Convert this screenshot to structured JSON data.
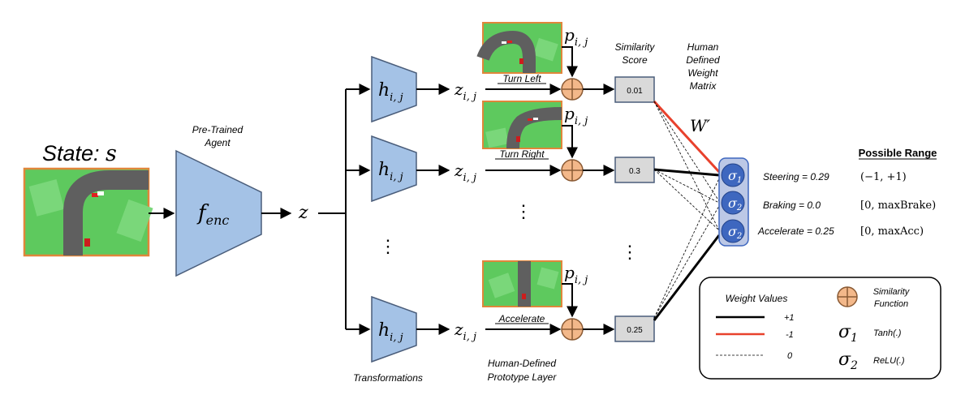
{
  "state_label": "State: ",
  "state_var": "s",
  "pretrained_label": [
    "Pre-Trained",
    "Agent"
  ],
  "encoder": {
    "main": "f",
    "sub": "enc"
  },
  "z_label": "z",
  "transform": {
    "main": "h",
    "sub": "i, j"
  },
  "zij": {
    "main": "z",
    "sub": "i, j"
  },
  "pij": {
    "main": "p",
    "sub": "i, j"
  },
  "transformations_label": "Transformations",
  "prototype_layer_label": [
    "Human-Defined",
    "Prototype Layer"
  ],
  "prototypes": [
    {
      "name": "Turn Left",
      "score": "0.01"
    },
    {
      "name": "Turn Right",
      "score": "0.3"
    },
    {
      "name": "Accelerate",
      "score": "0.25"
    }
  ],
  "similarity_score_label": [
    "Similarity",
    "Score"
  ],
  "weight_matrix_label": [
    "Human",
    "Defined",
    "Weight",
    "Matrix"
  ],
  "w_prime": "W′",
  "sigma": {
    "main": "σ",
    "sub1": "1",
    "sub2": "2"
  },
  "outputs": [
    {
      "label": "Steering = 0.29",
      "range": "(−1, +1)"
    },
    {
      "label": "Braking = 0.0",
      "range": "[0, maxBrake)"
    },
    {
      "label": "Accelerate = 0.25",
      "range": "[0, maxAcc)"
    }
  ],
  "possible_range_label": "Possible Range",
  "ellipsis": "⋮",
  "legend": {
    "weight_values_label": "Weight Values",
    "weights": [
      {
        "value": "+1",
        "color": "#000000"
      },
      {
        "value": "-1",
        "color": "#e8412c"
      },
      {
        "value": "0",
        "color": "#000000"
      }
    ],
    "similarity_function_label": [
      "Similarity",
      "Function"
    ],
    "tanh_label": "Tanh(.)",
    "relu_label": "ReLU(.)"
  },
  "colors": {
    "trapezoid": "#a4c2e6",
    "grass": "#5ec95e",
    "road": "#5f5f5f",
    "frame": "#e0863a",
    "score_box": "#d9d9d9",
    "sigma_node": "#3e67bf",
    "sum_node": "#f3b88a",
    "red_weight": "#e8412c"
  }
}
